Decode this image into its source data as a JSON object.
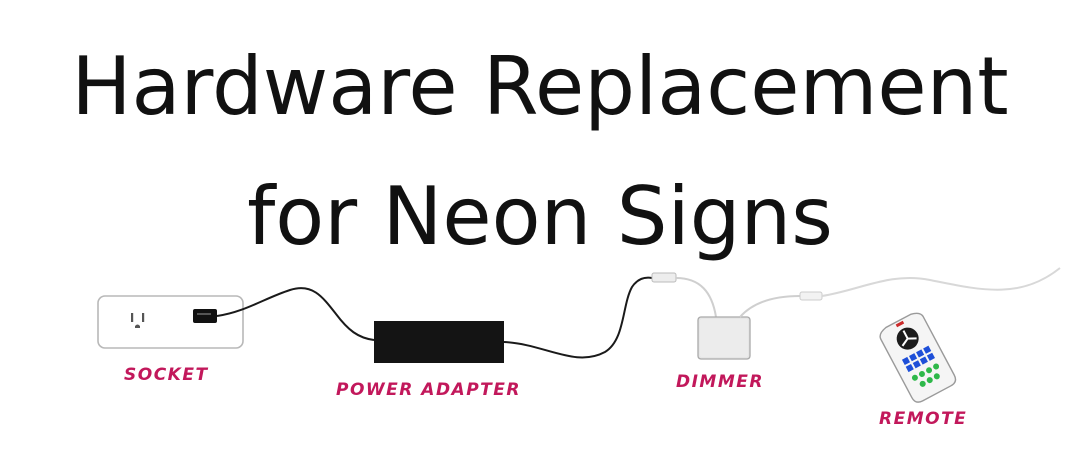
{
  "title": {
    "line1": "Hardware Replacement",
    "line2": "for Neon Signs"
  },
  "labels": {
    "socket": "SOCKET",
    "power_adapter": "POWER ADAPTER",
    "dimmer": "DIMMER",
    "remote": "REMOTE"
  },
  "colors": {
    "label": "#c2185b",
    "cable_dark": "#1a1a1a",
    "cable_light": "#cccccc",
    "adapter": "#141414",
    "remote_blue": "#1e4fd8",
    "remote_green": "#2eb84a"
  }
}
